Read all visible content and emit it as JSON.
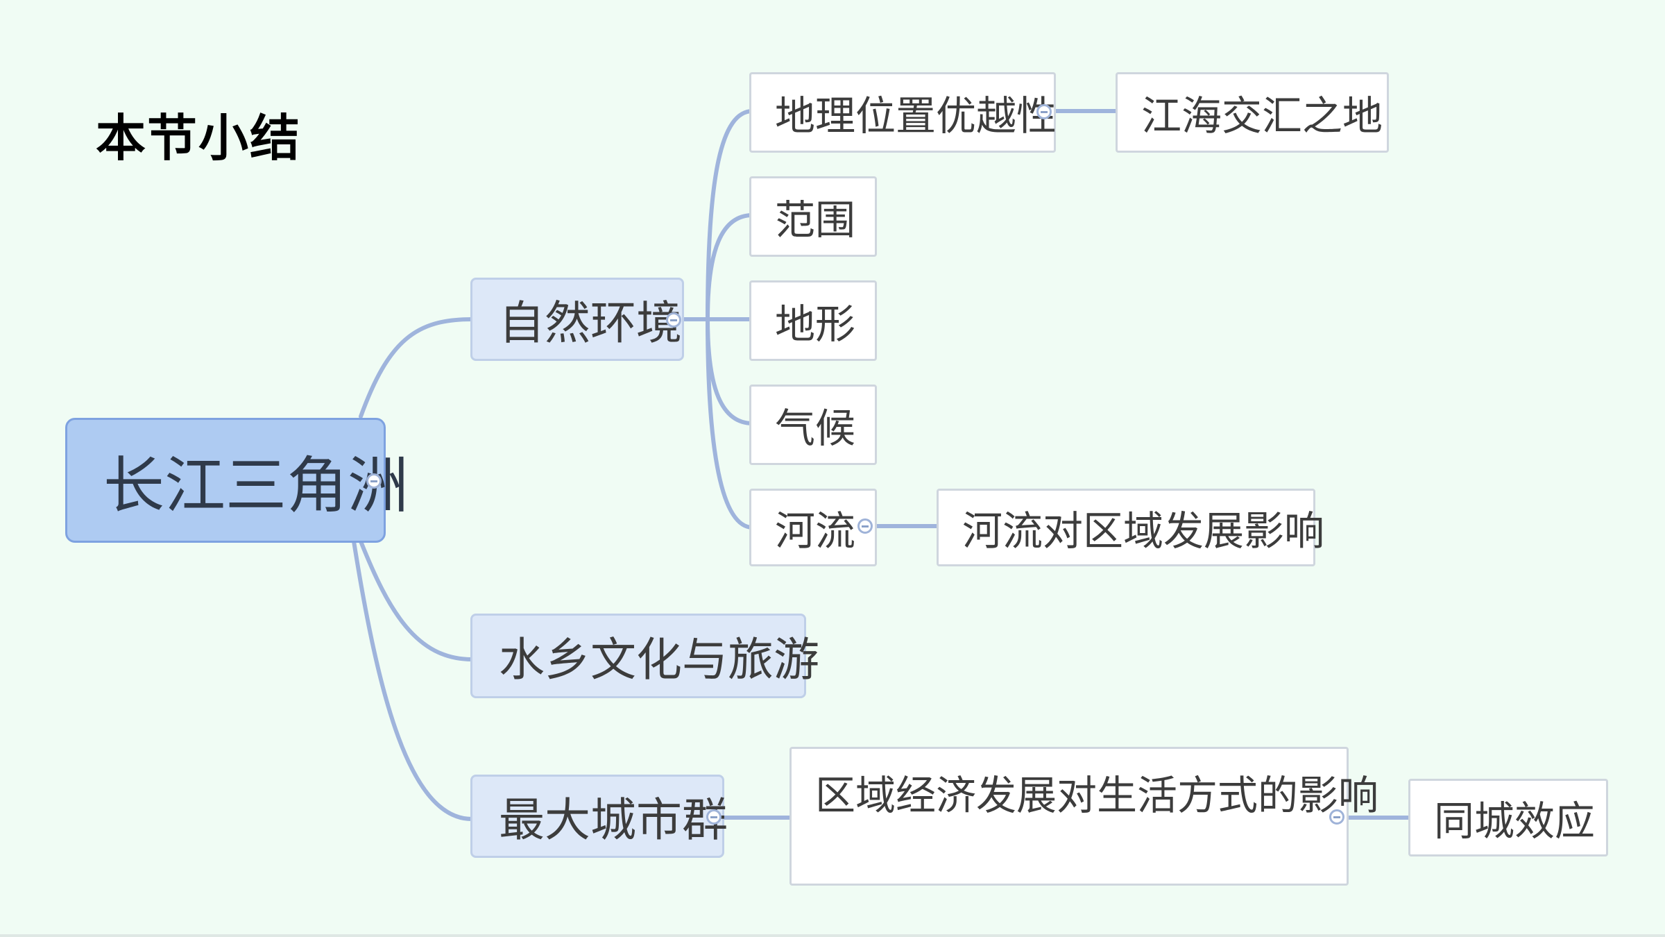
{
  "title": "本节小结",
  "root": "长江三角洲",
  "branches": {
    "natural": {
      "label": "自然环境",
      "children": {
        "location": "地理位置优越性",
        "location_detail": "江海交汇之地",
        "range": "范围",
        "terrain": "地形",
        "climate": "气候",
        "rivers": "河流",
        "rivers_detail": "河流对区域发展影响"
      }
    },
    "culture": {
      "label": "水乡文化与旅游"
    },
    "city": {
      "label": "最大城市群",
      "child": "区域经济发展对生活方式的影响",
      "child_detail": "同城效应"
    }
  },
  "colors": {
    "background": "#f0fcf4",
    "root_fill": "#aecbf2",
    "branch_fill": "#dde8f8",
    "connector": "#9fb4dc"
  }
}
